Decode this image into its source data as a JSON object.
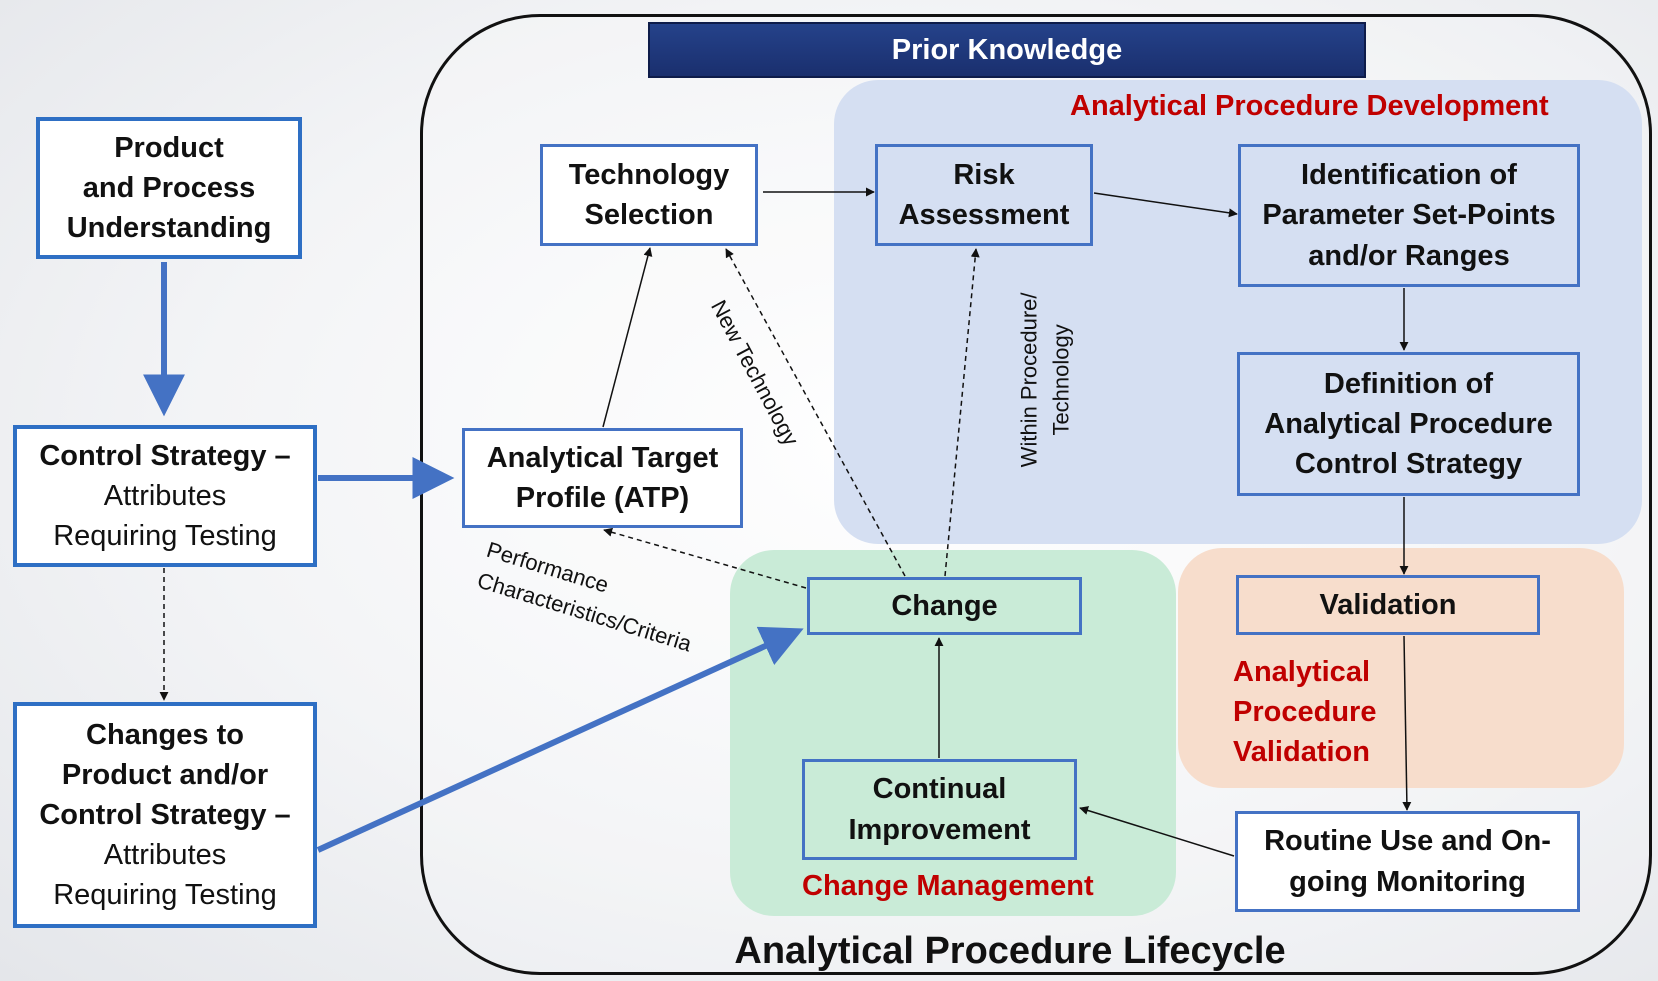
{
  "prior_knowledge": "Prior Knowledge",
  "lifecycle_title": "Analytical Procedure Lifecycle",
  "regions": {
    "development": "Analytical Procedure Development",
    "change_management": "Change Management",
    "validation": [
      "Analytical",
      "Procedure",
      "Validation"
    ]
  },
  "boxes": {
    "product_process": [
      "Product",
      "and Process",
      "Understanding"
    ],
    "control_strategy": {
      "title": "Control Strategy –",
      "lines": [
        "Attributes",
        "Requiring Testing"
      ]
    },
    "changes_to_product": {
      "title": [
        "Changes to",
        "Product and/or",
        "Control Strategy –"
      ],
      "lines": [
        "Attributes",
        "Requiring Testing"
      ]
    },
    "technology_selection": [
      "Technology",
      "Selection"
    ],
    "atp": [
      "Analytical Target",
      "Profile (ATP)"
    ],
    "risk_assessment": [
      "Risk",
      "Assessment"
    ],
    "identification": [
      "Identification of",
      "Parameter Set-Points",
      "and/or Ranges"
    ],
    "definition": [
      "Definition of",
      "Analytical Procedure",
      "Control Strategy"
    ],
    "validation": "Validation",
    "change": "Change",
    "continual_improvement": [
      "Continual",
      "Improvement"
    ],
    "routine_use": [
      "Routine Use and On-",
      "going Monitoring"
    ]
  },
  "labels": {
    "new_technology": "New Technology",
    "within_procedure": [
      "Within Procedure/",
      "Technology"
    ],
    "performance": [
      "Performance",
      "Characteristics/Criteria"
    ]
  },
  "colors": {
    "box_border": "#4472c4",
    "heavy_arrow": "#4472c4",
    "region_title": "#c00000",
    "prior_bar": "#1f3a7a"
  }
}
